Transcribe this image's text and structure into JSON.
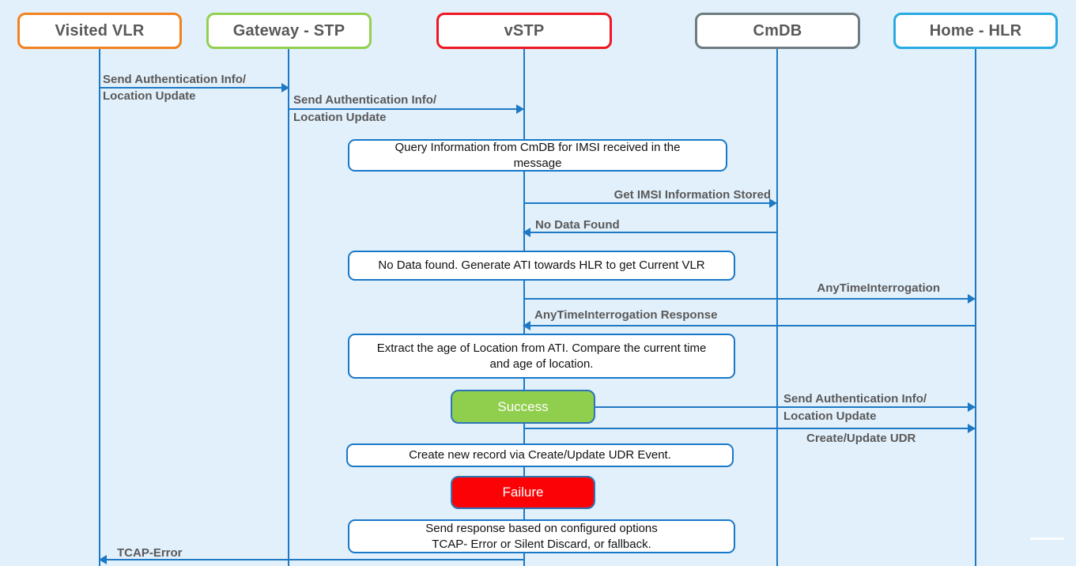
{
  "colors": {
    "background": "#E2F0FB",
    "line_blue": "#1E79C4",
    "label_text": "#595959",
    "note_border": "#1878C8",
    "button_border": "#2E75B6",
    "success_green": "#90CE4E",
    "failure_red": "#FB0306"
  },
  "actors": [
    {
      "label": "Visited VLR",
      "border_color": "#F48120"
    },
    {
      "label": "Gateway - STP",
      "border_color": "#92D051"
    },
    {
      "label": "vSTP",
      "border_color": "#EF1823"
    },
    {
      "label": "CmDB",
      "border_color": "#6E7B80"
    },
    {
      "label": "Home - HLR",
      "border_color": "#29ABE2"
    }
  ],
  "messages": [
    {
      "from": "Visited VLR",
      "to": "Gateway - STP",
      "lines": [
        "Send Authentication Info/",
        "Location Update"
      ]
    },
    {
      "from": "Gateway - STP",
      "to": "vSTP",
      "lines": [
        "Send Authentication Info/",
        "Location Update"
      ]
    },
    {
      "from": "vSTP",
      "to": "CmDB",
      "lines": [
        "Get IMSI Information Stored"
      ]
    },
    {
      "from": "CmDB",
      "to": "vSTP",
      "lines": [
        "No Data Found"
      ]
    },
    {
      "from": "vSTP",
      "to": "Home - HLR",
      "lines": [
        "AnyTimeInterrogation"
      ]
    },
    {
      "from": "Home - HLR",
      "to": "vSTP",
      "lines": [
        "AnyTimeInterrogation Response"
      ]
    },
    {
      "from": "vSTP",
      "to": "Home - HLR",
      "lines": [
        "Send Authentication Info/",
        "Location Update"
      ]
    },
    {
      "from": "vSTP",
      "to": "Home - HLR",
      "lines": [
        "Create/Update UDR"
      ]
    },
    {
      "from": "vSTP",
      "to": "Visited VLR",
      "lines": [
        "TCAP-Error"
      ]
    }
  ],
  "notes": [
    {
      "lines": [
        "Query Information from CmDB for IMSI received in the",
        "message"
      ]
    },
    {
      "lines": [
        "No Data found. Generate ATI towards HLR to get Current VLR"
      ]
    },
    {
      "lines": [
        "Extract the age of Location from ATI. Compare the current time",
        "and age of location."
      ]
    },
    {
      "lines": [
        "Create new record via Create/Update UDR Event."
      ]
    },
    {
      "lines": [
        "Send response based on configured options",
        "TCAP- Error or Silent Discard, or fallback."
      ]
    }
  ],
  "status_buttons": [
    {
      "label": "Success",
      "fill_color": "#90CE4E"
    },
    {
      "label": "Failure",
      "fill_color": "#FB0306"
    }
  ]
}
